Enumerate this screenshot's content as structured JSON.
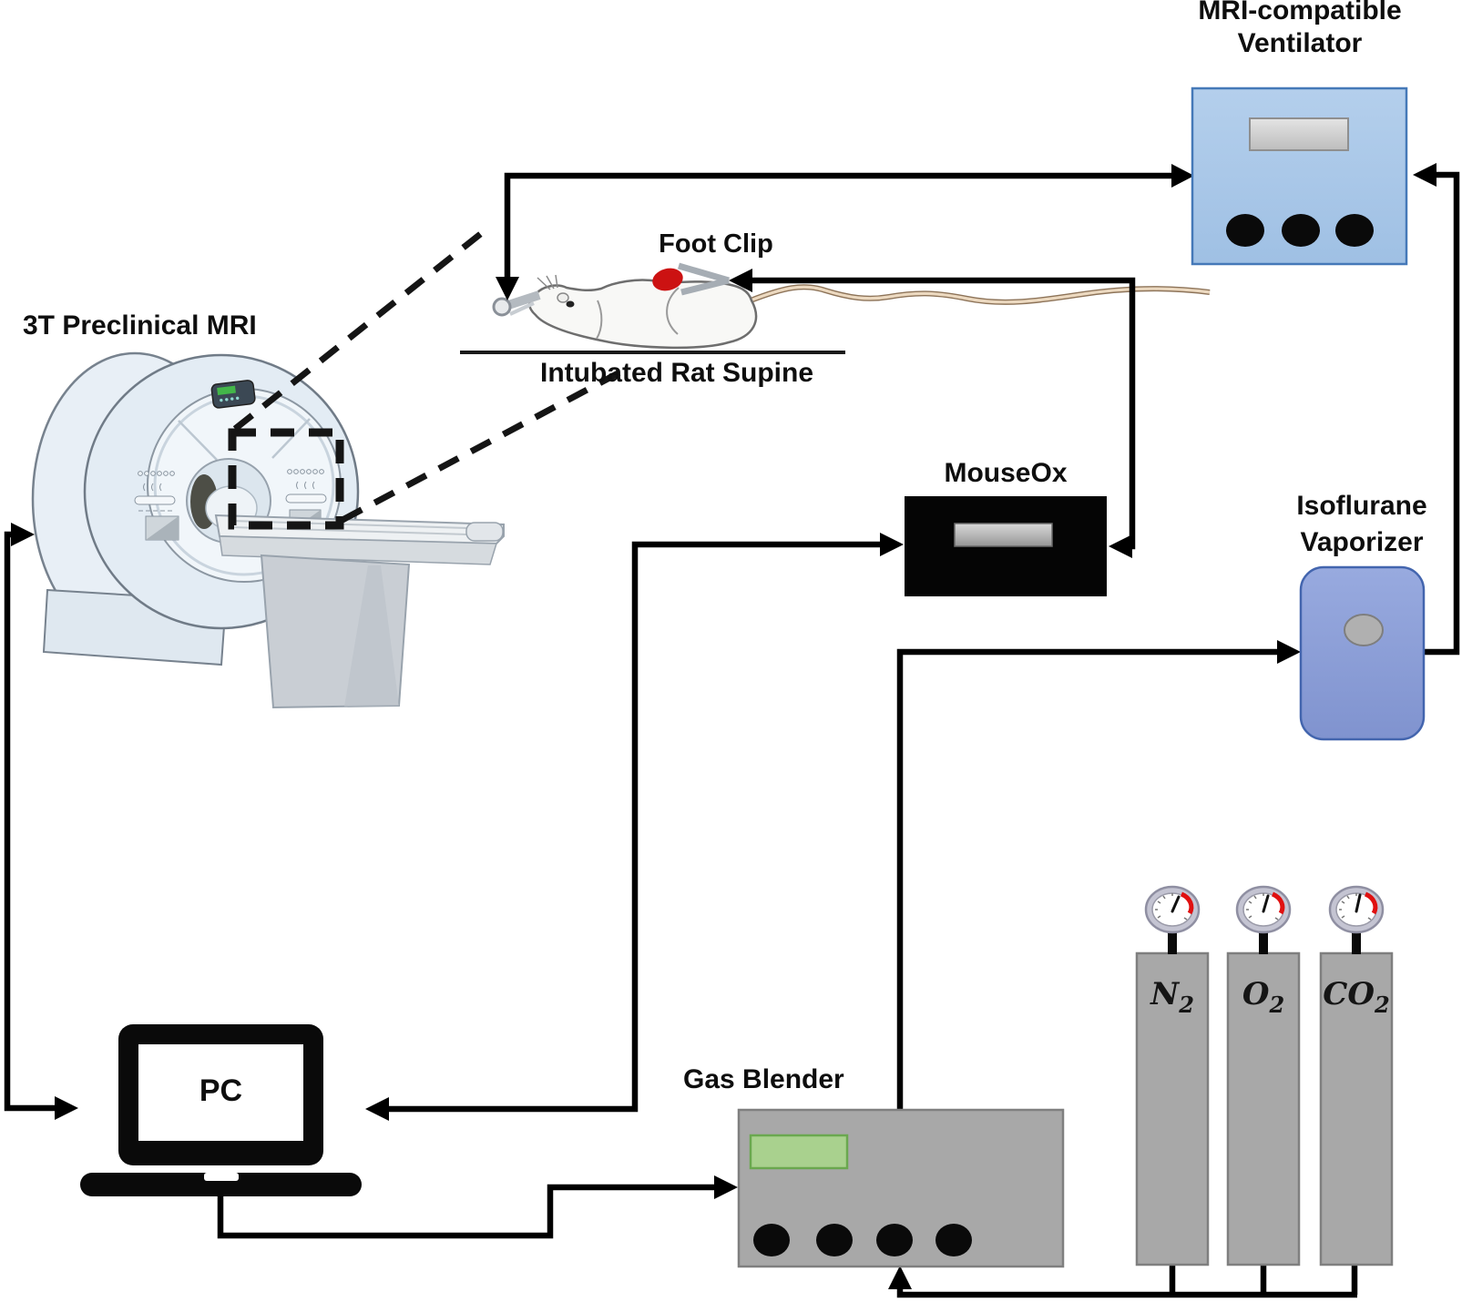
{
  "diagram": {
    "mri": {
      "title": "3T Preclinical MRI"
    },
    "rat": {
      "foot_clip_label": "Foot Clip",
      "caption": "Intubated Rat Supine"
    },
    "ventilator": {
      "label": "MRI-compatible\nVentilator"
    },
    "mouseox": {
      "label": "MouseOx"
    },
    "vaporizer": {
      "label": "Isoflurane\nVaporizer"
    },
    "gas_blender": {
      "label": "Gas Blender"
    },
    "pc": {
      "label": "PC"
    },
    "gas_tanks": [
      {
        "symbol": "N",
        "subscript": "2"
      },
      {
        "symbol": "O",
        "subscript": "2"
      },
      {
        "symbol": "CO",
        "subscript": "2"
      }
    ],
    "connections": [
      {
        "from": "ventilator",
        "to": "intubated-rat",
        "bidirectional": true
      },
      {
        "from": "isoflurane-vaporizer",
        "to": "ventilator",
        "bidirectional": false
      },
      {
        "from": "gas-blender",
        "to": "isoflurane-vaporizer",
        "bidirectional": false
      },
      {
        "from": "foot-clip",
        "to": "mouseox",
        "bidirectional": true
      },
      {
        "from": "mouseox",
        "to": "pc",
        "bidirectional": true
      },
      {
        "from": "mri",
        "to": "pc",
        "bidirectional": true
      },
      {
        "from": "pc",
        "to": "gas-blender",
        "bidirectional": false
      },
      {
        "from": "gas-tanks",
        "to": "gas-blender",
        "bidirectional": false
      }
    ],
    "colors": {
      "line": "#000000",
      "ventilator_fill": "#a9c7e8",
      "ventilator_border": "#4579b8",
      "vaporizer_fill": "#8b9fd6",
      "vaporizer_border": "#4365ae",
      "device_gray": "#a8a8a8",
      "device_gray_border": "#7f7f7f",
      "blender_display_green": "#a9d18e",
      "blender_display_border": "#6aa84f",
      "mouseox_black": "#050505",
      "foot_clip_red": "#cc1212",
      "gauge_red": "#e01010",
      "tail_tan": "#e3cfb4"
    }
  }
}
